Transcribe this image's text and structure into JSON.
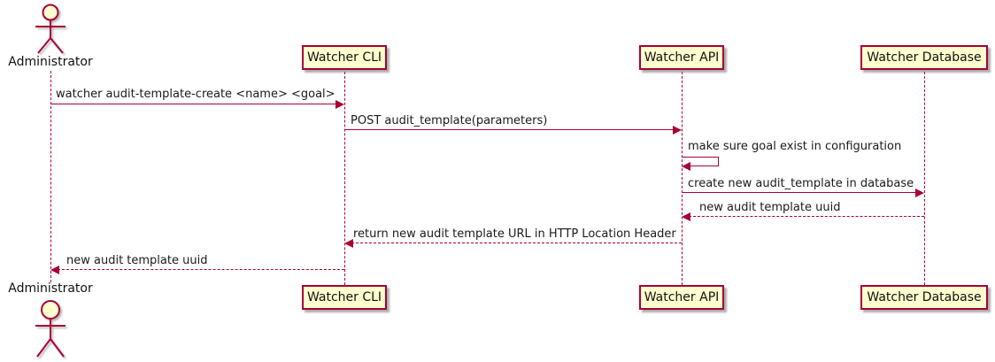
{
  "diagram": {
    "type": "sequence-diagram",
    "colors": {
      "accent": "#A80036",
      "participant_fill": "#FEFECE",
      "text": "#1a1a1a",
      "background": "#ffffff"
    },
    "actor": {
      "name": "Administrator"
    },
    "participants": [
      {
        "label": "Watcher CLI"
      },
      {
        "label": "Watcher API"
      },
      {
        "label": "Watcher Database"
      }
    ],
    "messages": [
      {
        "from": "Administrator",
        "to": "Watcher CLI",
        "style": "solid",
        "label": "watcher audit-template-create <name> <goal>"
      },
      {
        "from": "Watcher CLI",
        "to": "Watcher API",
        "style": "solid",
        "label": "POST audit_template(parameters)"
      },
      {
        "from": "Watcher API",
        "to": "Watcher API",
        "style": "self",
        "label": "make sure goal exist in configuration"
      },
      {
        "from": "Watcher API",
        "to": "Watcher Database",
        "style": "solid",
        "label": "create new audit_template in database"
      },
      {
        "from": "Watcher Database",
        "to": "Watcher API",
        "style": "dashed",
        "label": "new audit template uuid"
      },
      {
        "from": "Watcher API",
        "to": "Watcher CLI",
        "style": "dashed",
        "label": "return new audit template URL in HTTP Location Header"
      },
      {
        "from": "Watcher CLI",
        "to": "Administrator",
        "style": "dashed",
        "label": "new audit template uuid"
      }
    ]
  }
}
